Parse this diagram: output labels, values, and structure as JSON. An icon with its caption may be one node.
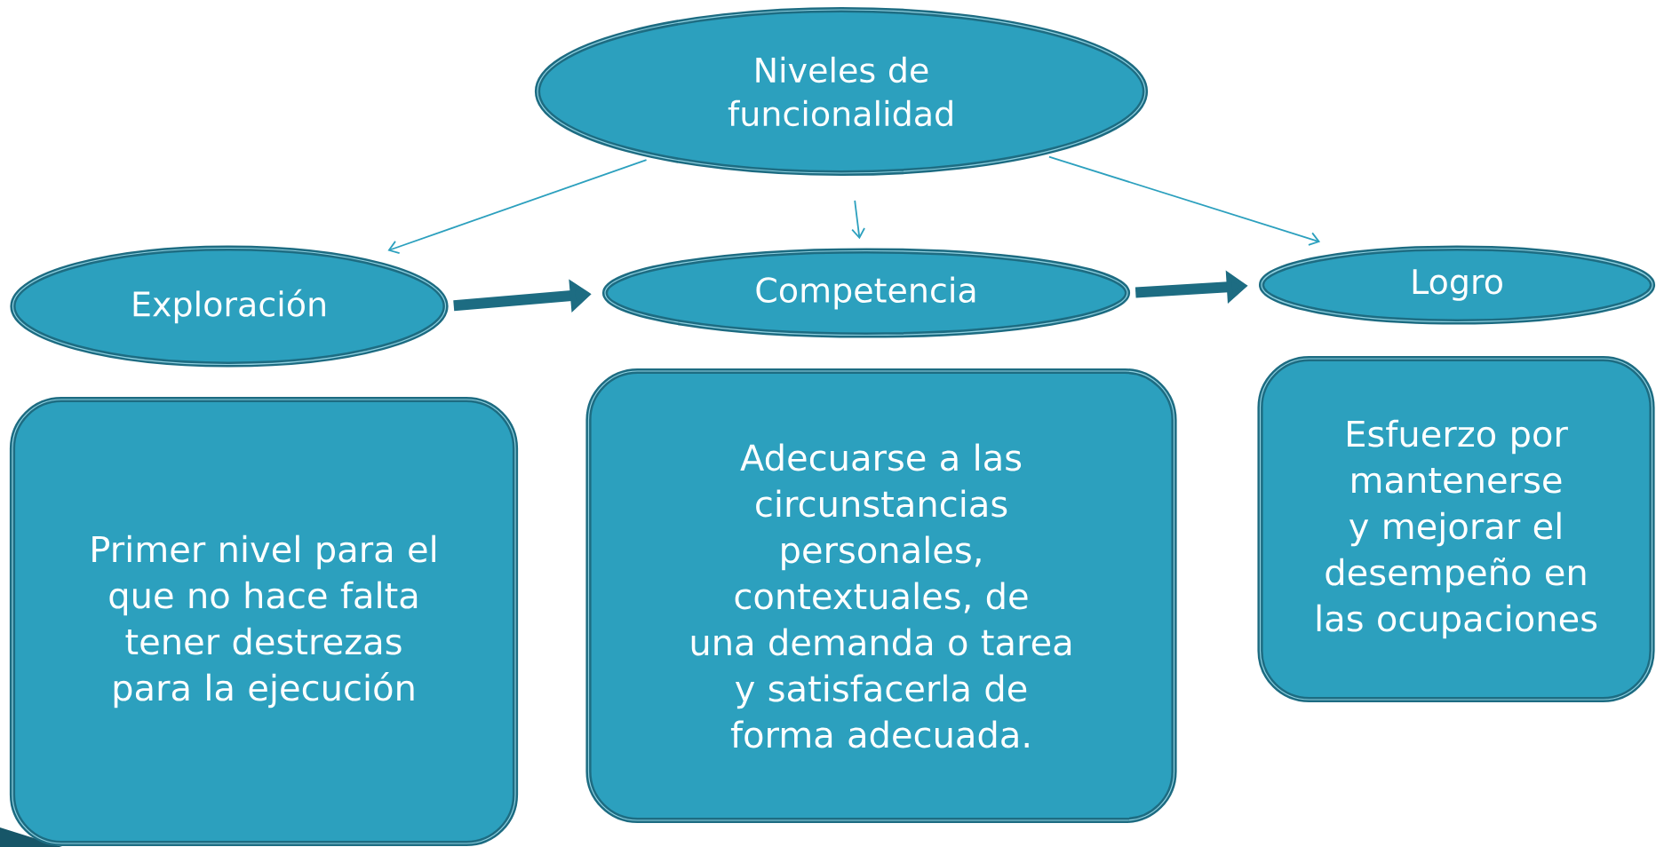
{
  "diagram": {
    "nodes": [
      {
        "text": [
          "Niveles de funcionalidad"
        ]
      },
      {
        "text": [
          "Exploración"
        ]
      },
      {
        "text": [
          "Competencia"
        ]
      },
      {
        "text": [
          "Logro"
        ]
      },
      {
        "text": [
          "Primer nivel para el que no hace falta tener destrezas para la ejecución"
        ]
      },
      {
        "text": [
          "Adecuarse a las circunstancias personales, contextuales, de una demanda o tarea y satisfacerla de forma adecuada."
        ]
      },
      {
        "text": [
          "Esfuerzo por mantenerse y mejorar el desempeño en las ocupaciones"
        ]
      }
    ],
    "edges": [
      {
        "from": 0,
        "to": 1,
        "arrow": "to"
      },
      {
        "from": 0,
        "to": 2,
        "arrow": "to"
      },
      {
        "from": 0,
        "to": 3,
        "arrow": "to"
      },
      {
        "from": 1,
        "to": 2,
        "arrow": "to",
        "style": "thick"
      },
      {
        "from": 2,
        "to": 3,
        "arrow": "to",
        "style": "thick"
      }
    ]
  }
}
